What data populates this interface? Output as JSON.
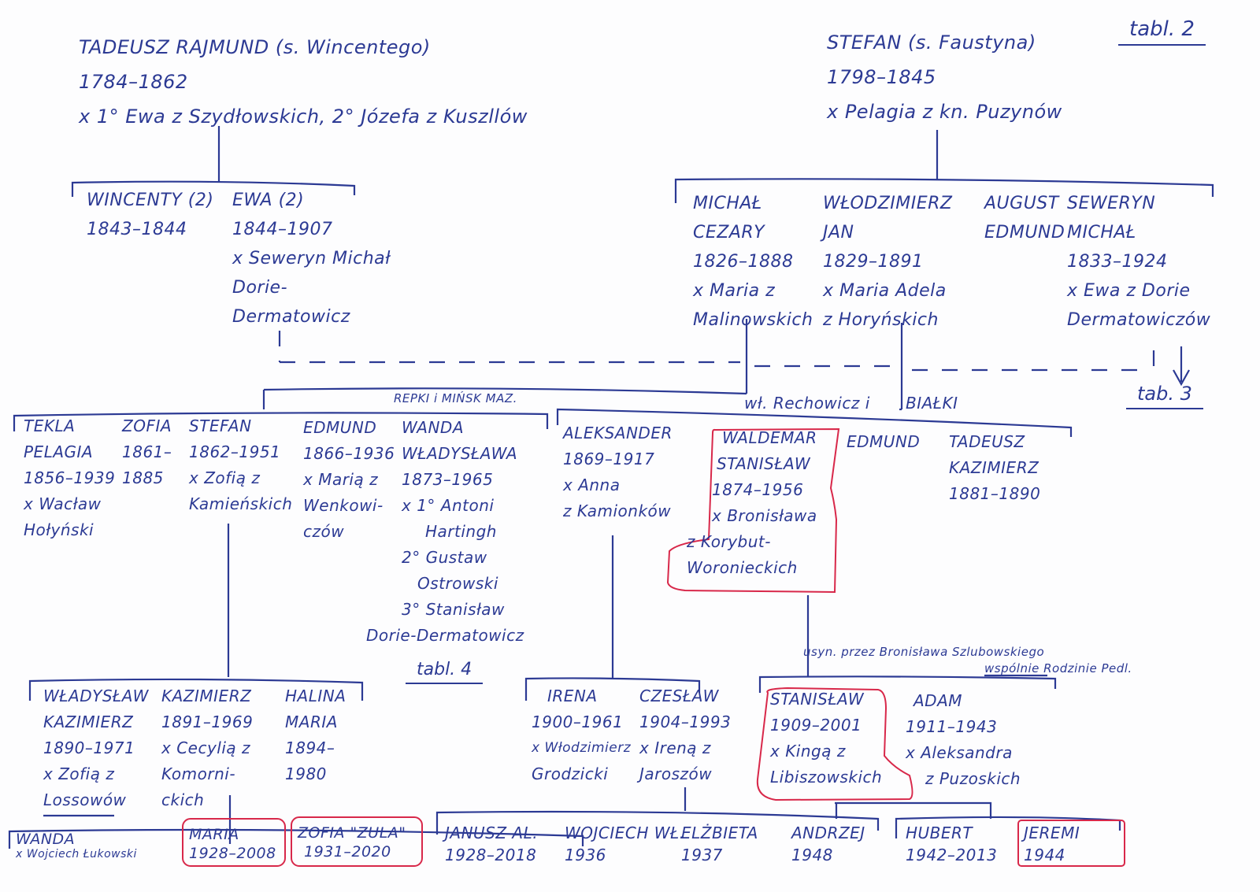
{
  "reference_labels": {
    "top": "tabl. 2",
    "right": "tab. 3",
    "wanda": "tabl. 4"
  },
  "place_labels": {
    "repki": "REPKI i MIŃSK MAZ.",
    "rechowicz": "wł. Rechowicz i",
    "bialki": "BIAŁKI"
  },
  "adoption_note": [
    "usyn. przez Bronisława Szlubowskiego",
    "wspólnie Rodzinie Pedl."
  ],
  "colors": {
    "ink": "#2c3a94",
    "highlight": "#d8284a"
  },
  "gen1": {
    "tadeusz": [
      "TADEUSZ RAJMUND (s. Wincentego)",
      "1784–1862",
      "x 1° Ewa z Szydłowskich, 2° Józefa z Kuszllów"
    ],
    "stefan": [
      "STEFAN (s. Faustyna)",
      "1798–1845",
      "x Pelagia z kn. Puzynów"
    ]
  },
  "gen2": {
    "wincenty": [
      "WINCENTY (2)",
      "1843–1844"
    ],
    "ewa": [
      "EWA (2)",
      "1844–1907",
      "x Seweryn Michał",
      "Dorie-",
      "Dermatowicz"
    ],
    "michal": [
      "MICHAŁ",
      "CEZARY",
      "1826–1888",
      "x Maria z",
      "Malinowskich"
    ],
    "wlodzimierz": [
      "WŁODZIMIERZ",
      "JAN",
      "1829–1891",
      "x Maria Adela",
      "z Horyńskich"
    ],
    "august": [
      "AUGUST",
      "EDMUND"
    ],
    "seweryn": [
      "SEWERYN",
      "MICHAŁ",
      "1833–1924",
      "x Ewa z Dorie",
      "Dermatowiczów"
    ]
  },
  "gen3": {
    "tekla": [
      "TEKLA",
      "PELAGIA",
      "1856–1939",
      "x Wacław",
      "Hołyński"
    ],
    "zofia": [
      "ZOFIA",
      "1861–",
      "1885"
    ],
    "stefan": [
      "STEFAN",
      "1862–1951",
      "x Zofią z",
      "Kamieńskich"
    ],
    "edmund": [
      "EDMUND",
      "1866–1936",
      "x Marią z",
      "Wenkowi-",
      "czów"
    ],
    "wanda": [
      "WANDA",
      "WŁADYSŁAWA",
      "1873–1965",
      "x 1° Antoni",
      "Hartingh",
      "2° Gustaw",
      "Ostrowski",
      "3° Stanisław",
      "Dorie-Dermatowicz"
    ],
    "aleksander": [
      "ALEKSANDER",
      "1869–1917",
      "x Anna",
      "z Kamionków"
    ],
    "waldemar": [
      "WALDEMAR",
      "STANISŁAW",
      "1874–1956",
      "x Bronisława",
      "z Korybut-",
      "Woronieckich"
    ],
    "edmund2": [
      "EDMUND"
    ],
    "tadeusz": [
      "TADEUSZ",
      "KAZIMIERZ",
      "1881–1890"
    ]
  },
  "gen4": {
    "wladyslaw": [
      "WŁADYSŁAW",
      "KAZIMIERZ",
      "1890–1971",
      "x Zofią z",
      "Lossowów"
    ],
    "kazimierz": [
      "KAZIMIERZ",
      "1891–1969",
      "x Cecylią z",
      "Komorni-",
      "ckich"
    ],
    "halina": [
      "HALINA",
      "MARIA",
      "1894–",
      "1980"
    ],
    "irena": [
      "IRENA",
      "1900–1961",
      "x Włodzimierz",
      "Grodzicki"
    ],
    "czeslaw": [
      "CZESŁAW",
      "1904–1993",
      "x Ireną z",
      "Jaroszów"
    ],
    "stanislaw": [
      "STANISŁAW",
      "1909–2001",
      "x Kingą z",
      "Libiszowskich"
    ],
    "adam": [
      "ADAM",
      "1911–1943",
      "x Aleksandra",
      "z Puzoskich"
    ]
  },
  "gen5": {
    "wanda": [
      "WANDA",
      "x Wojciech Łukowski"
    ],
    "maria": [
      "MARIA",
      "1928–2008"
    ],
    "zofia": [
      "ZOFIA \"ZULA\"",
      "1931–2020"
    ],
    "janusz": [
      "JANUSZ AL.",
      "1928–2018"
    ],
    "wojciech": [
      "WOJCIECH WŁ.",
      "1936"
    ],
    "elzbieta": [
      "ELŻBIETA",
      "1937"
    ],
    "andrzej": [
      "ANDRZEJ",
      "1948"
    ],
    "hubert": [
      "HUBERT",
      "1942–2013"
    ],
    "jeremi": [
      "JEREMI",
      "1944"
    ]
  }
}
